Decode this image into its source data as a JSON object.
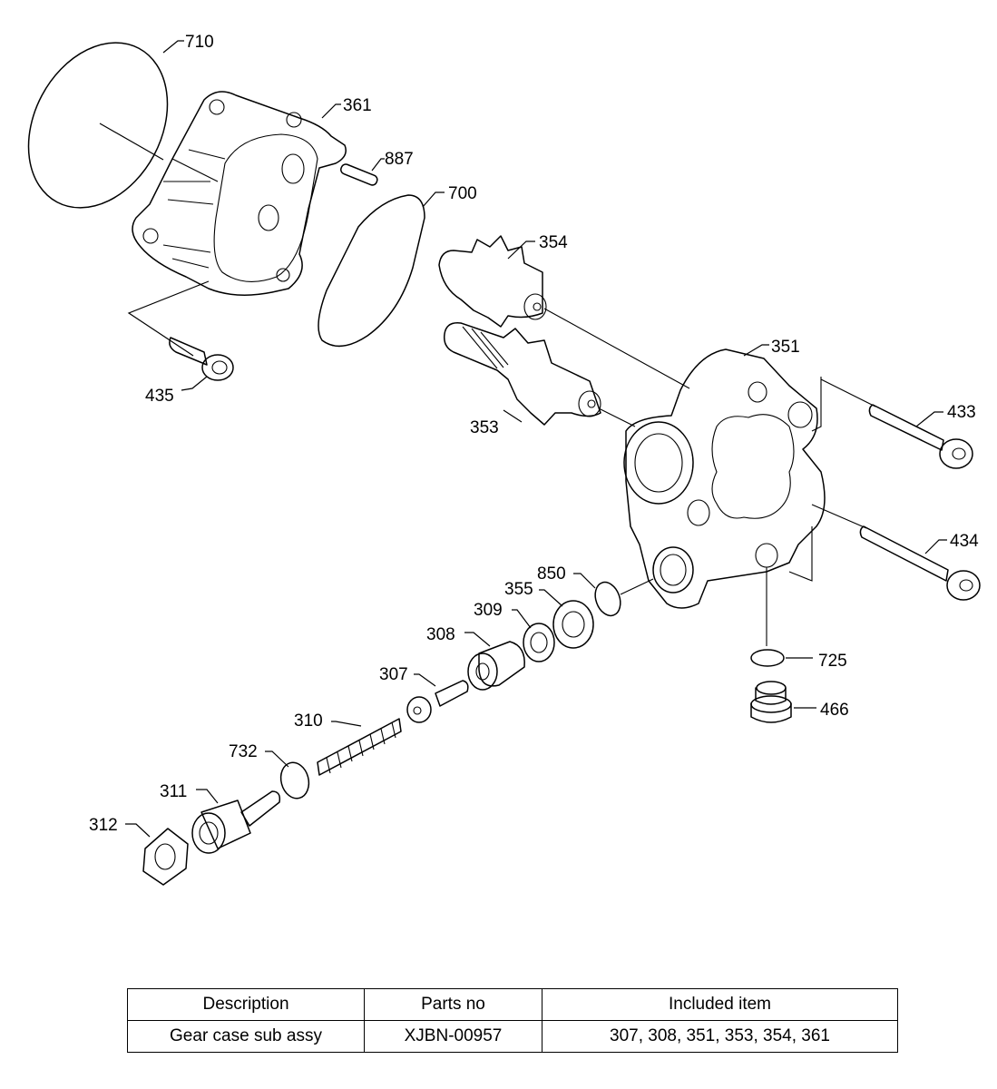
{
  "callouts": {
    "c710": "710",
    "c361": "361",
    "c887": "887",
    "c700": "700",
    "c354": "354",
    "c435": "435",
    "c351": "351",
    "c433": "433",
    "c353": "353",
    "c434": "434",
    "c850": "850",
    "c355": "355",
    "c309": "309",
    "c308": "308",
    "c307": "307",
    "c725": "725",
    "c466": "466",
    "c310": "310",
    "c732": "732",
    "c311": "311",
    "c312": "312"
  },
  "table": {
    "headers": [
      "Description",
      "Parts no",
      "Included item"
    ],
    "rows": [
      [
        "Gear case sub assy",
        "XJBN-00957",
        "307, 308, 351, 353, 354, 361"
      ]
    ]
  }
}
